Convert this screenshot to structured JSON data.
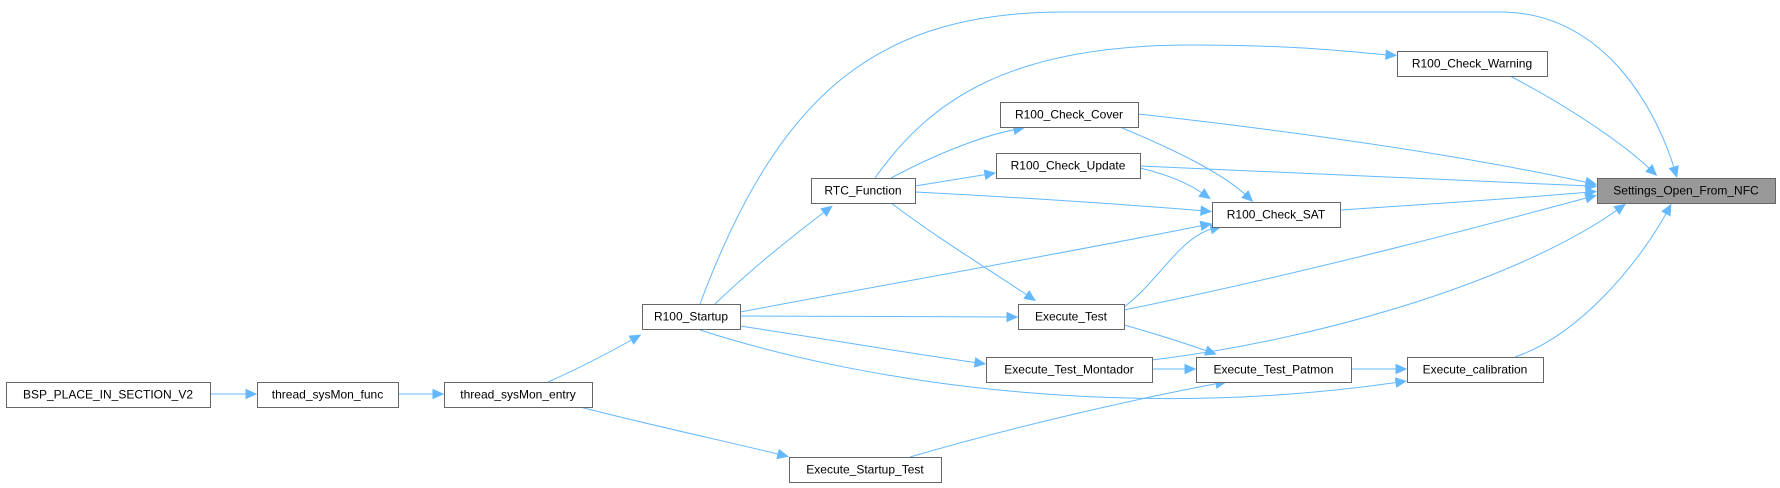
{
  "diagram": {
    "type": "call-graph",
    "colors": {
      "edge": "#63b8ff",
      "node_border": "#666666",
      "node_fill": "#ffffff",
      "highlight_fill": "#999999"
    },
    "nodes": [
      {
        "id": "bsp",
        "label": "BSP_PLACE_IN_SECTION_V2"
      },
      {
        "id": "func",
        "label": "thread_sysMon_func"
      },
      {
        "id": "entry",
        "label": "thread_sysMon_entry"
      },
      {
        "id": "startup",
        "label": "R100_Startup"
      },
      {
        "id": "rtc",
        "label": "RTC_Function"
      },
      {
        "id": "cover",
        "label": "R100_Check_Cover"
      },
      {
        "id": "update",
        "label": "R100_Check_Update"
      },
      {
        "id": "warning",
        "label": "R100_Check_Warning"
      },
      {
        "id": "sat",
        "label": "R100_Check_SAT"
      },
      {
        "id": "exec",
        "label": "Execute_Test"
      },
      {
        "id": "montador",
        "label": "Execute_Test_Montador"
      },
      {
        "id": "patmon",
        "label": "Execute_Test_Patmon"
      },
      {
        "id": "calib",
        "label": "Execute_calibration"
      },
      {
        "id": "starttest",
        "label": "Execute_Startup_Test"
      },
      {
        "id": "settings",
        "label": "Settings_Open_From_NFC",
        "highlight": true
      }
    ],
    "edges": [
      {
        "from": "bsp",
        "to": "func"
      },
      {
        "from": "func",
        "to": "entry"
      },
      {
        "from": "entry",
        "to": "startup"
      },
      {
        "from": "entry",
        "to": "starttest"
      },
      {
        "from": "startup",
        "to": "rtc"
      },
      {
        "from": "startup",
        "to": "sat"
      },
      {
        "from": "startup",
        "to": "exec"
      },
      {
        "from": "startup",
        "to": "montador"
      },
      {
        "from": "startup",
        "to": "calib"
      },
      {
        "from": "startup",
        "to": "settings"
      },
      {
        "from": "rtc",
        "to": "cover"
      },
      {
        "from": "rtc",
        "to": "update"
      },
      {
        "from": "rtc",
        "to": "warning"
      },
      {
        "from": "rtc",
        "to": "sat"
      },
      {
        "from": "rtc",
        "to": "exec"
      },
      {
        "from": "cover",
        "to": "sat"
      },
      {
        "from": "cover",
        "to": "settings"
      },
      {
        "from": "update",
        "to": "sat"
      },
      {
        "from": "update",
        "to": "settings"
      },
      {
        "from": "warning",
        "to": "settings"
      },
      {
        "from": "sat",
        "to": "settings"
      },
      {
        "from": "exec",
        "to": "sat"
      },
      {
        "from": "exec",
        "to": "patmon"
      },
      {
        "from": "exec",
        "to": "settings"
      },
      {
        "from": "montador",
        "to": "patmon"
      },
      {
        "from": "montador",
        "to": "settings"
      },
      {
        "from": "patmon",
        "to": "calib"
      },
      {
        "from": "calib",
        "to": "settings"
      },
      {
        "from": "starttest",
        "to": "patmon"
      }
    ]
  }
}
